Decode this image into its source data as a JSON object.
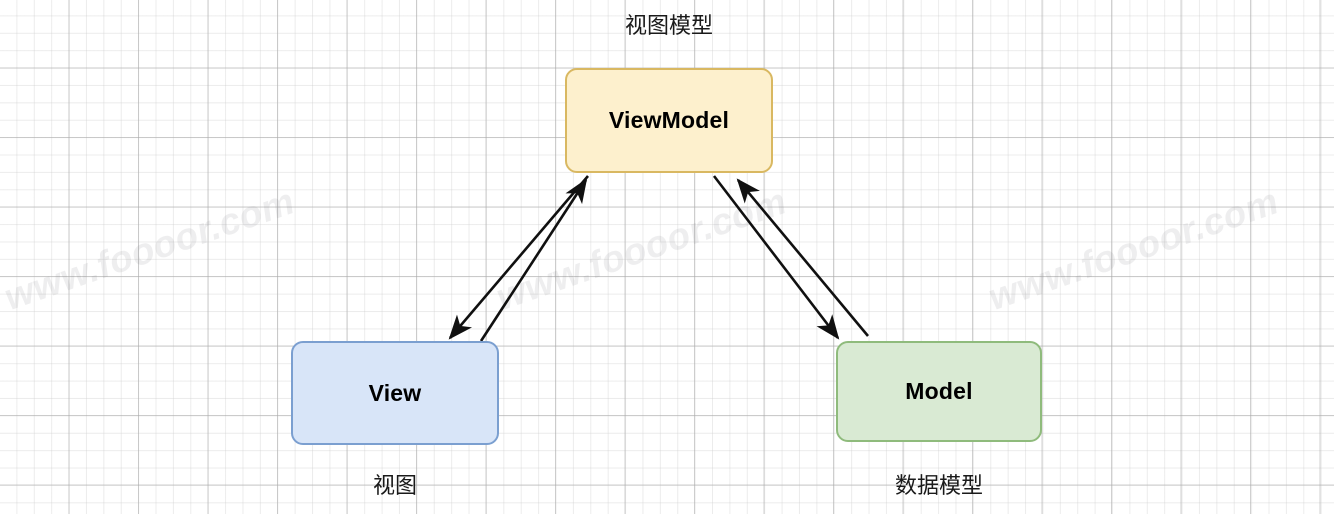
{
  "diagram": {
    "title_label": "视图模型",
    "watermark_text": "www.foooor.com",
    "nodes": [
      {
        "id": "viewmodel",
        "label": "ViewModel",
        "caption": "视图模型",
        "fill": "#fdf0cd",
        "stroke": "#d9b861"
      },
      {
        "id": "view",
        "label": "View",
        "caption": "视图",
        "fill": "#d8e5f8",
        "stroke": "#7b9fd0"
      },
      {
        "id": "model",
        "label": "Model",
        "caption": "数据模型",
        "fill": "#d9ead3",
        "stroke": "#8fbb7c"
      }
    ],
    "connectors": [
      {
        "id": "viewmodel-to-view",
        "from": "viewmodel",
        "to": "view",
        "direction": "down-left"
      },
      {
        "id": "view-to-viewmodel",
        "from": "view",
        "to": "viewmodel",
        "direction": "up-right"
      },
      {
        "id": "viewmodel-to-model",
        "from": "viewmodel",
        "to": "model",
        "direction": "down-right"
      },
      {
        "id": "model-to-viewmodel",
        "from": "model",
        "to": "viewmodel",
        "direction": "up-left"
      }
    ],
    "arrow_color": "#101010",
    "background": "#ffffff"
  }
}
